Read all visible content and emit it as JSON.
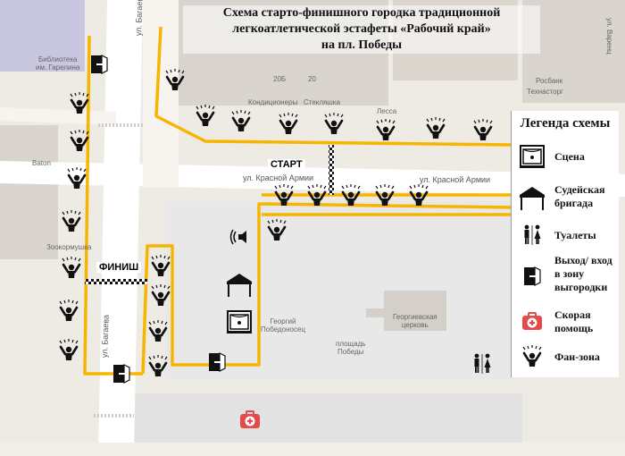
{
  "title": {
    "line1": "Схема старто-финишного городка традиционной",
    "line2": "легкоатлетической эстафеты «Рабочий край»",
    "line3": "на пл. Победы"
  },
  "markers": {
    "start": "СТАРТ",
    "finish": "ФИНИШ"
  },
  "map_labels": {
    "street_bagaeva_top": "ул. Багаева",
    "street_bagaeva_bottom": "ул. Багаева",
    "street_krasnoy_armii_1": "ул. Красной Армии",
    "street_krasnoy_armii_2": "ул. Красной Армии",
    "biblioteka": "Библиотека\nим. Гарелина",
    "baton": "Baton",
    "zookorm": "Зоокормушка",
    "bldg_20b": "20Б",
    "bldg_20": "20",
    "konditsionery": "Кондиционеры",
    "steklyashka": "Стекляшка",
    "lessa": "Лесса",
    "tekhnostorg": "Технасторг",
    "rosbank": "Росбанк",
    "georgiy": "Георгий\nПобедоносец",
    "tserkov": "Георгиевская\nцерковь",
    "ploshchad": "площадь\nПобеды",
    "ul_varents": "ул. Варенц"
  },
  "legend": {
    "title": "Легенда схемы",
    "items": [
      {
        "label": "Сцена",
        "icon": "stage-icon"
      },
      {
        "label": "Судейская бригада",
        "icon": "judges-tent-icon"
      },
      {
        "label": "Туалеты",
        "icon": "toilet-icon"
      },
      {
        "label": "Выход/ вход в зону выгородки",
        "icon": "exit-icon"
      },
      {
        "label": "Скорая помощь",
        "icon": "first-aid-icon"
      },
      {
        "label": "Фан-зона",
        "icon": "fan-zone-icon"
      }
    ]
  },
  "colors": {
    "route": "#f7b500",
    "fan_icon": "#111111",
    "first_aid": "#e34a4a",
    "road": "#ffffff",
    "building": "#d9d4ce",
    "park": "#e6e6e6"
  }
}
